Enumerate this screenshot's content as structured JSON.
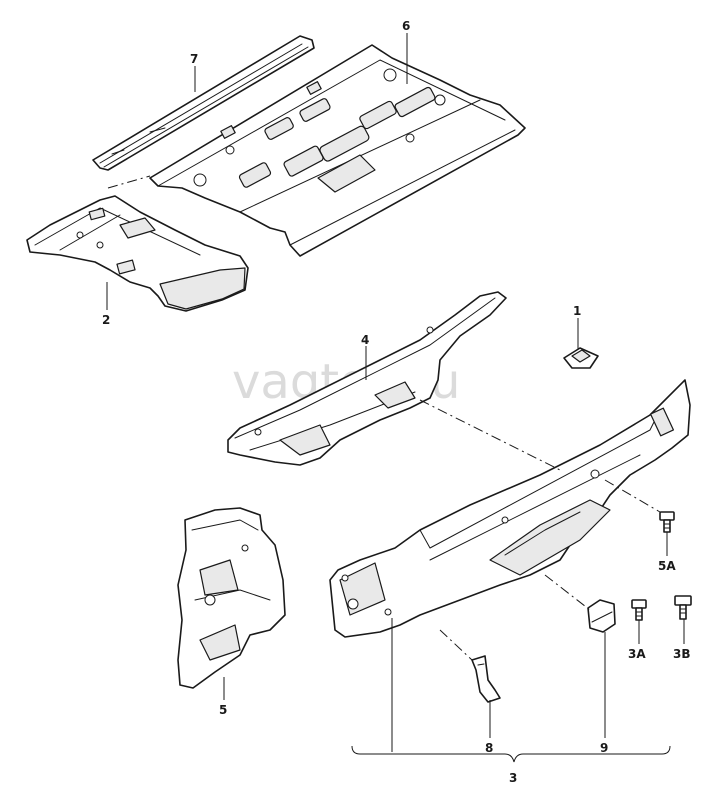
{
  "diagram": {
    "watermark": "vagtec.ru",
    "callouts": {
      "c1": "1",
      "c2": "2",
      "c3": "3",
      "c3a": "3A",
      "c3b": "3B",
      "c4": "4",
      "c5": "5",
      "c5a": "5A",
      "c6": "6",
      "c7": "7",
      "c8": "8",
      "c9": "9"
    }
  }
}
